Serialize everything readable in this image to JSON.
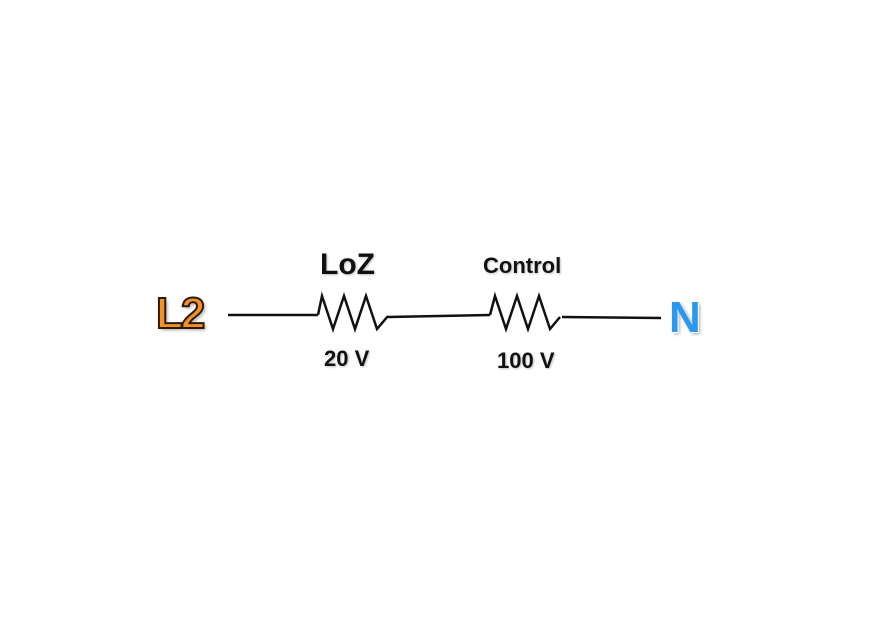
{
  "terminals": {
    "left": "L2",
    "right": "N"
  },
  "resistors": [
    {
      "name": "LoZ",
      "voltage": "20 V"
    },
    {
      "name": "Control",
      "voltage": "100 V"
    }
  ],
  "colors": {
    "l2": "#f29225",
    "n": "#2a98ee",
    "wire": "#111111"
  }
}
